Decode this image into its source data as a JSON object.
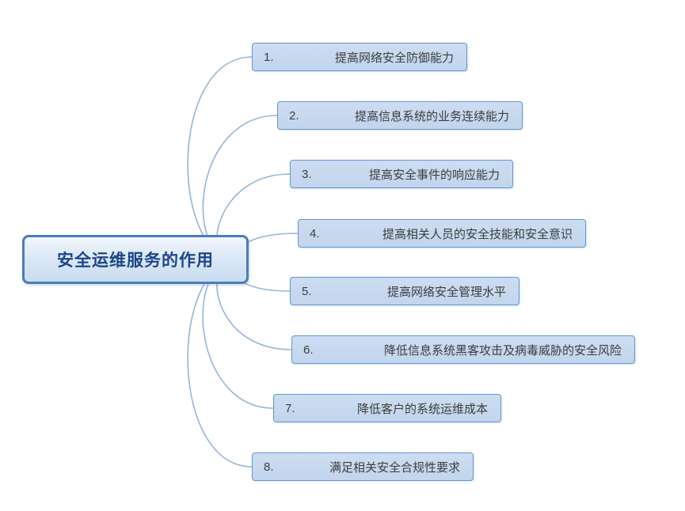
{
  "diagram": {
    "type": "mindmap",
    "root": {
      "label": "安全运维服务的作用"
    },
    "branches": [
      {
        "num": "1.",
        "label": "提高网络安全防御能力"
      },
      {
        "num": "2.",
        "label": "提高信息系统的业务连续能力"
      },
      {
        "num": "3.",
        "label": "提高安全事件的响应能力"
      },
      {
        "num": "4.",
        "label": "提高相关人员的安全技能和安全意识"
      },
      {
        "num": "5.",
        "label": "提高网络安全管理水平"
      },
      {
        "num": "6.",
        "label": "降低信息系统黑客攻击及病毒威胁的安全风险"
      },
      {
        "num": "7.",
        "label": "降低客户的系统运维成本"
      },
      {
        "num": "8.",
        "label": "满足相关安全合规性要求"
      }
    ],
    "colors": {
      "root_border": "#4a7dbd",
      "root_text": "#1c4587",
      "node_fill": "#c7d9ee",
      "node_border": "#6396cf",
      "node_text": "#3d3d3d",
      "connector": "#93b5dd",
      "background": "#ffffff"
    }
  }
}
